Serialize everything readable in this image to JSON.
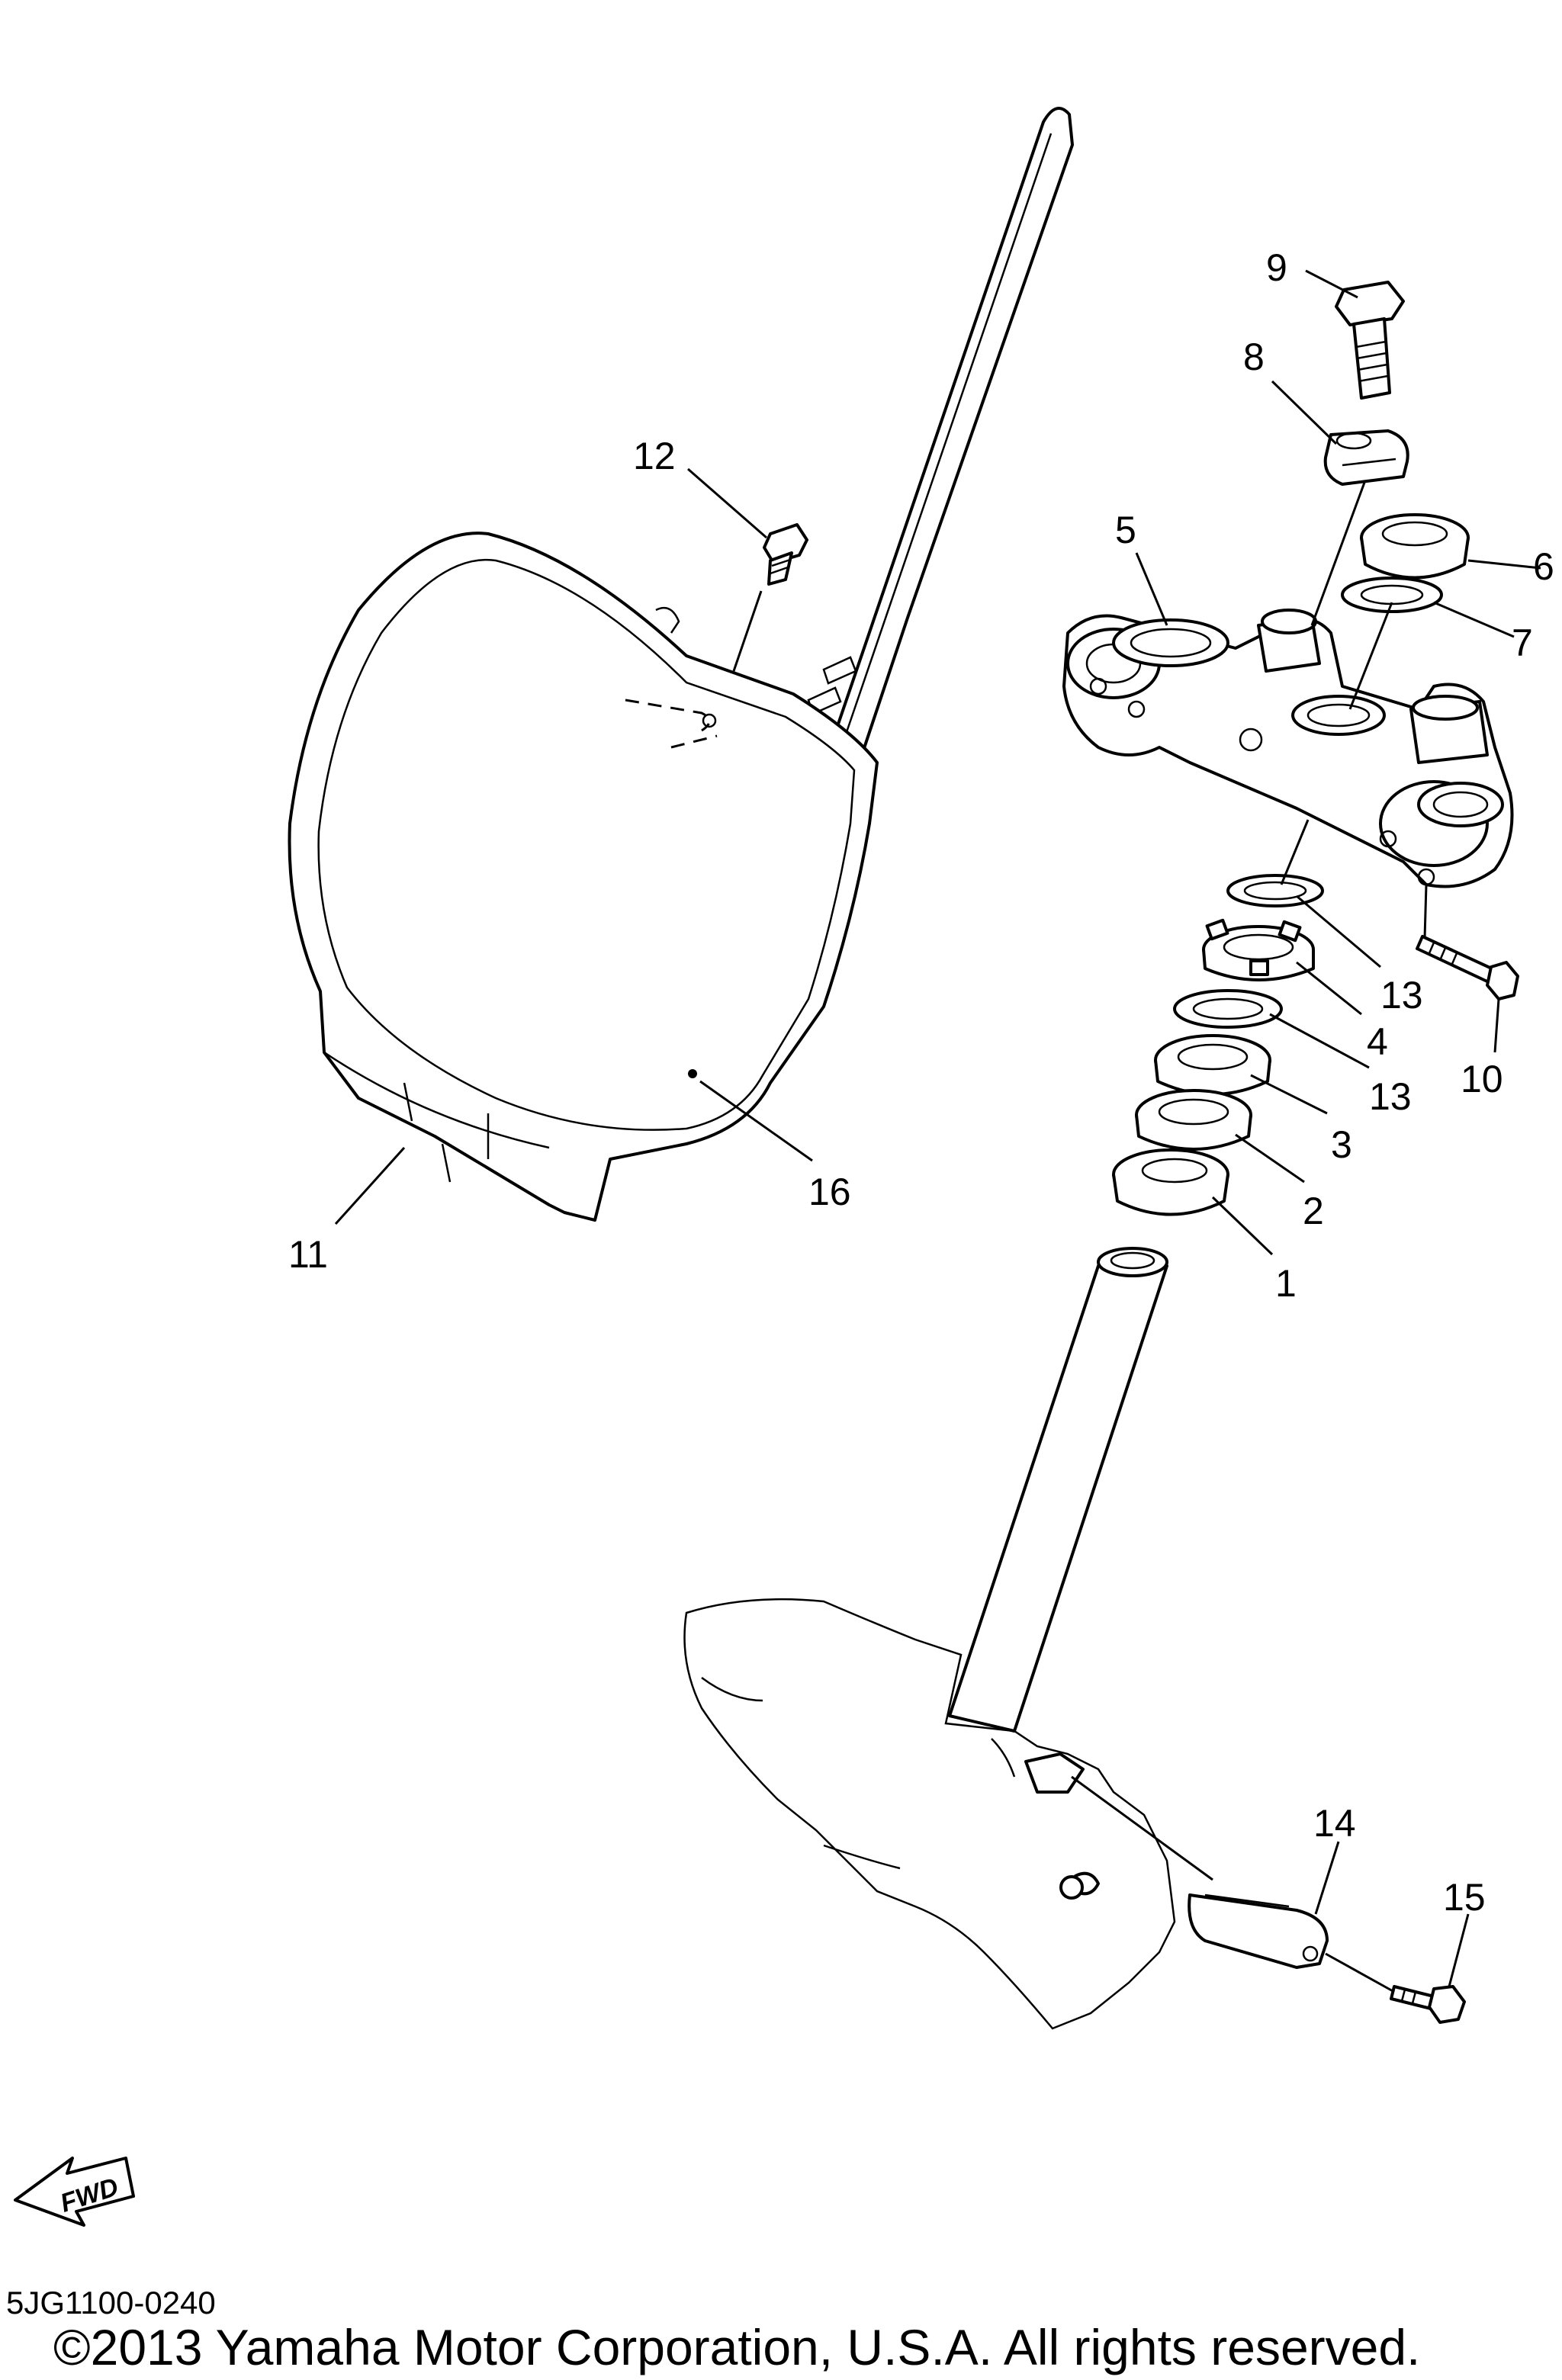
{
  "diagram": {
    "callouts": [
      {
        "id": "1",
        "label": "1"
      },
      {
        "id": "2",
        "label": "2"
      },
      {
        "id": "3",
        "label": "3"
      },
      {
        "id": "4",
        "label": "4"
      },
      {
        "id": "5",
        "label": "5"
      },
      {
        "id": "6",
        "label": "6"
      },
      {
        "id": "7",
        "label": "7"
      },
      {
        "id": "8",
        "label": "8"
      },
      {
        "id": "9",
        "label": "9"
      },
      {
        "id": "10",
        "label": "10"
      },
      {
        "id": "11",
        "label": "11"
      },
      {
        "id": "12",
        "label": "12"
      },
      {
        "id": "13a",
        "label": "13"
      },
      {
        "id": "13b",
        "label": "13"
      },
      {
        "id": "14",
        "label": "14"
      },
      {
        "id": "15",
        "label": "15"
      },
      {
        "id": "16",
        "label": "16"
      }
    ],
    "fwd_label": "FWD"
  },
  "footer": {
    "reference_code": "5JG1100-0240",
    "copyright": "©2013 Yamaha Motor Corporation, U.S.A. All rights reserved."
  }
}
